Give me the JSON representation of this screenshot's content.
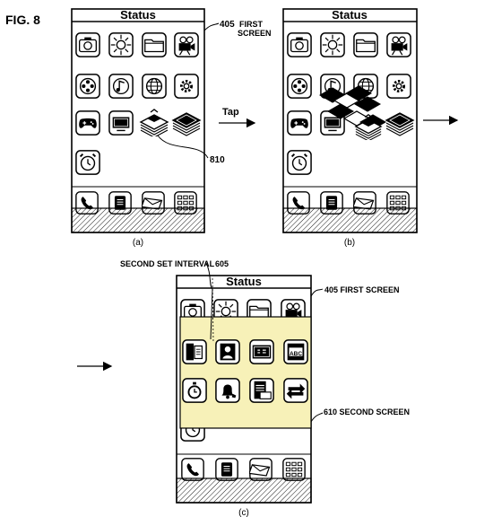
{
  "figure": {
    "label": "FIG. 8",
    "status_label": "Status",
    "tap_label": "Tap",
    "panel_a_caption": "(a)",
    "panel_b_caption": "(b)",
    "panel_c_caption": "(c)",
    "ref_405_a": "405",
    "first_screen_label_line1": "FIRST",
    "first_screen_label_line2": "SCREEN",
    "ref_810": "810",
    "second_set_interval_label": "SECOND SET INTERVAL",
    "ref_605": "605",
    "ref_405_c": "405 FIRST SCREEN",
    "ref_610_c": "610 SECOND SCREEN",
    "second_screen_color": "#f7f1b8",
    "abc_icon_text": "ABC"
  },
  "icons": {
    "row1": [
      "camera-icon",
      "sun-icon",
      "folder-icon",
      "video-camera-icon"
    ],
    "row2": [
      "film-reel-icon",
      "music-icon",
      "globe-icon",
      "gear-icon"
    ],
    "row3": [
      "gamepad-icon",
      "tv-icon",
      "stacked-folder-icon",
      "stack-icon"
    ],
    "row4": [
      "alarm-clock-icon"
    ],
    "dock": [
      "phone-icon",
      "memo-icon",
      "mail-icon",
      "grid-menu-icon"
    ],
    "second_screen": [
      "book-icon",
      "contact-icon",
      "display-icon",
      "abc-dictionary-icon",
      "timer-icon",
      "bell-icon",
      "notepad-icon",
      "swap-arrows-icon"
    ]
  }
}
